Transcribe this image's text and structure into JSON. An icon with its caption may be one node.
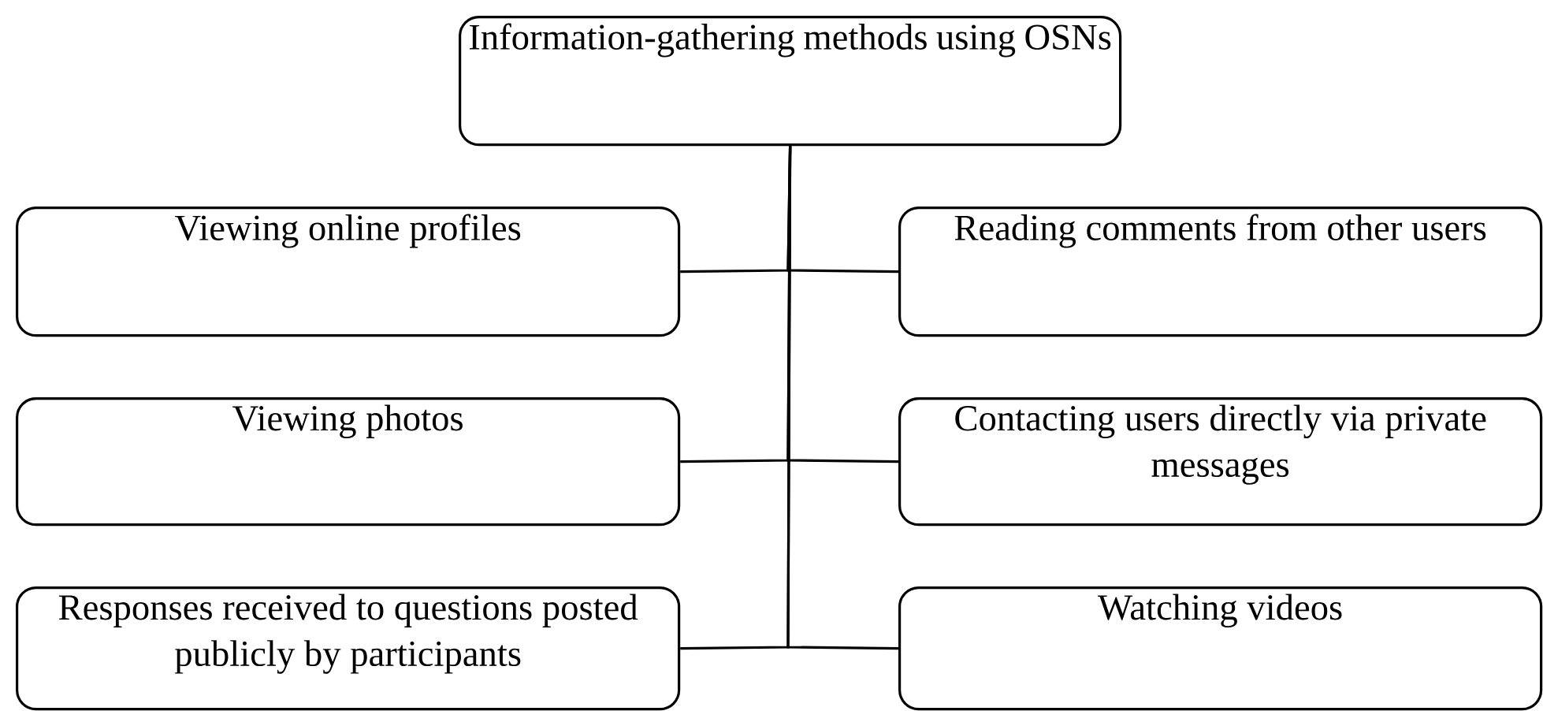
{
  "diagram": {
    "nodes": [
      {
        "text": [
          "Information-gathering methods using OSNs"
        ]
      },
      {
        "text": [
          "Viewing online profiles"
        ]
      },
      {
        "text": [
          "Reading comments from other users"
        ]
      },
      {
        "text": [
          "Viewing photos"
        ]
      },
      {
        "text": [
          "Contacting users directly via private messages"
        ]
      },
      {
        "text": [
          "Responses received to questions posted publicly by participants"
        ]
      },
      {
        "text": [
          "Watching videos"
        ]
      }
    ],
    "edges": [
      {
        "from": 0,
        "to": 1,
        "arrow": "none"
      },
      {
        "from": 0,
        "to": 2,
        "arrow": "none"
      },
      {
        "from": 0,
        "to": 3,
        "arrow": "none"
      },
      {
        "from": 0,
        "to": 4,
        "arrow": "none"
      },
      {
        "from": 0,
        "to": 5,
        "arrow": "none"
      },
      {
        "from": 0,
        "to": 6,
        "arrow": "none"
      }
    ]
  }
}
